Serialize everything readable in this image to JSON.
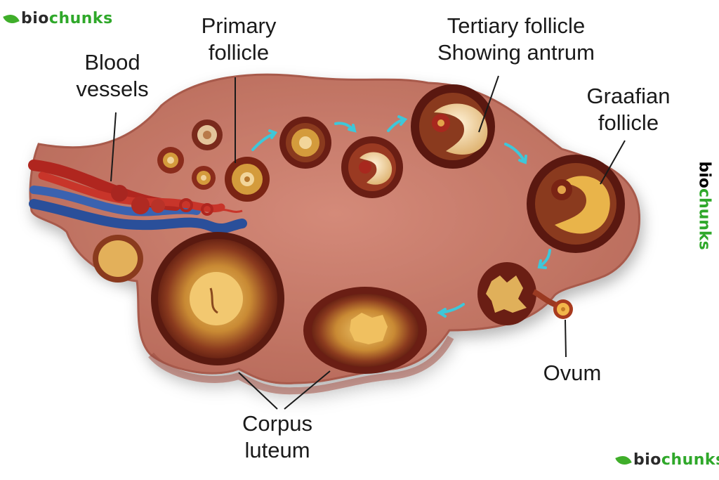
{
  "brand": {
    "part1": "bio",
    "part2": "chunks",
    "color_green": "#2fa82a"
  },
  "labels": {
    "blood_vessels": "Blood\nvessels",
    "primary_follicle": "Primary\nfollicle",
    "tertiary_follicle": "Tertiary follicle\nShowing antrum",
    "graafian_follicle": "Graafian\nfollicle",
    "ovum": "Ovum",
    "corpus_luteum": "Corpus\nluteum"
  },
  "colors": {
    "ovary_tissue": "#c97a6a",
    "ovary_edge": "#a85a4c",
    "follicle_ring": "#8a2c1c",
    "granulosa": "#d49b3c",
    "antrum_fluid": "#f2d9a6",
    "artery": "#b0261f",
    "vein": "#2a4f9a",
    "arrow": "#3ec7d9"
  }
}
